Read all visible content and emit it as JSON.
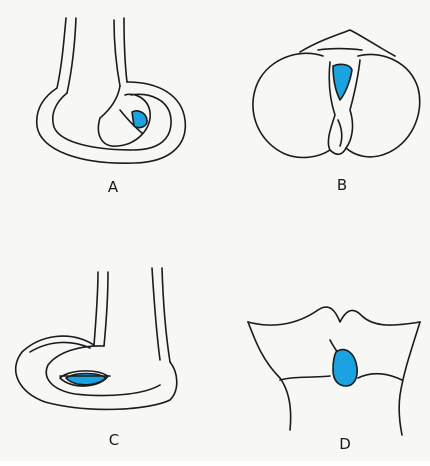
{
  "labels": {
    "a": "A",
    "b": "B",
    "c": "C",
    "d": "D"
  },
  "colors": {
    "highlight": "#1aa3e0",
    "outline": "#1b1b1b",
    "background": "#f7f7f5"
  }
}
